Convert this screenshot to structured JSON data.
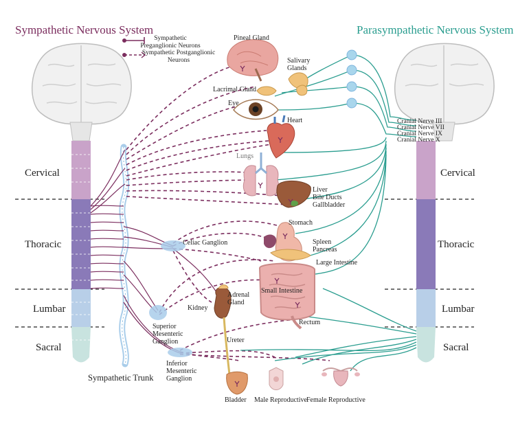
{
  "titles": {
    "sympathetic": "Sympathetic Nervous System",
    "parasympathetic": "Parasympathetic Nervous System"
  },
  "legend": {
    "pre_line1": "Sympathetic",
    "pre_line2": "Preganglionic Neurons",
    "post_line1": "Sympathetic Postganglionic",
    "post_line2": "Neurons"
  },
  "regions": {
    "cervical": "Cervical",
    "thoracic": "Thoracic",
    "lumbar": "Lumbar",
    "sacral": "Sacral"
  },
  "trunk_label": "Sympathetic Trunk",
  "ganglia": {
    "celiac": "Celiac Ganglion",
    "superior_line1": "Superior",
    "superior_line2": "Mesenteric",
    "superior_line3": "Ganglion",
    "inferior_line1": "Inferior",
    "inferior_line2": "Mesenteric",
    "inferior_line3": "Ganglion"
  },
  "organs": {
    "pineal": "Pineal Gland",
    "salivary_line1": "Salivary",
    "salivary_line2": "Glands",
    "lacrimal": "Lacrimal Gland",
    "eye": "Eye",
    "heart": "Heart",
    "lungs": "Lungs",
    "liver": "Liver",
    "bile": "Bile Ducts",
    "gallbladder": "Gallbladder",
    "stomach": "Stomach",
    "spleen": "Spleen",
    "pancreas": "Pancreas",
    "large_intestine": "Large Intestine",
    "small_intestine": "Small Intestine",
    "adrenal_line1": "Adrenal",
    "adrenal_line2": "Gland",
    "kidney": "Kidney",
    "rectum": "Rectum",
    "ureter": "Ureter",
    "bladder": "Bladder",
    "male": "Male Reproductive",
    "female": "Female Reproductive"
  },
  "cranial_nerves": [
    "Cranial Nerve III",
    "Cranial Nerve VII",
    "Cranial Nerve IX",
    "Cranial Nerve X"
  ],
  "colors": {
    "sympathetic": "#7b2d5e",
    "parasympathetic": "#2a9d8f",
    "spine_cervical": "#c9a3c9",
    "spine_thoracic": "#8a7ab8",
    "spine_lumbar": "#b8cfe8",
    "spine_sacral": "#c8e3df",
    "ganglion_fill": "#a9cdea"
  }
}
